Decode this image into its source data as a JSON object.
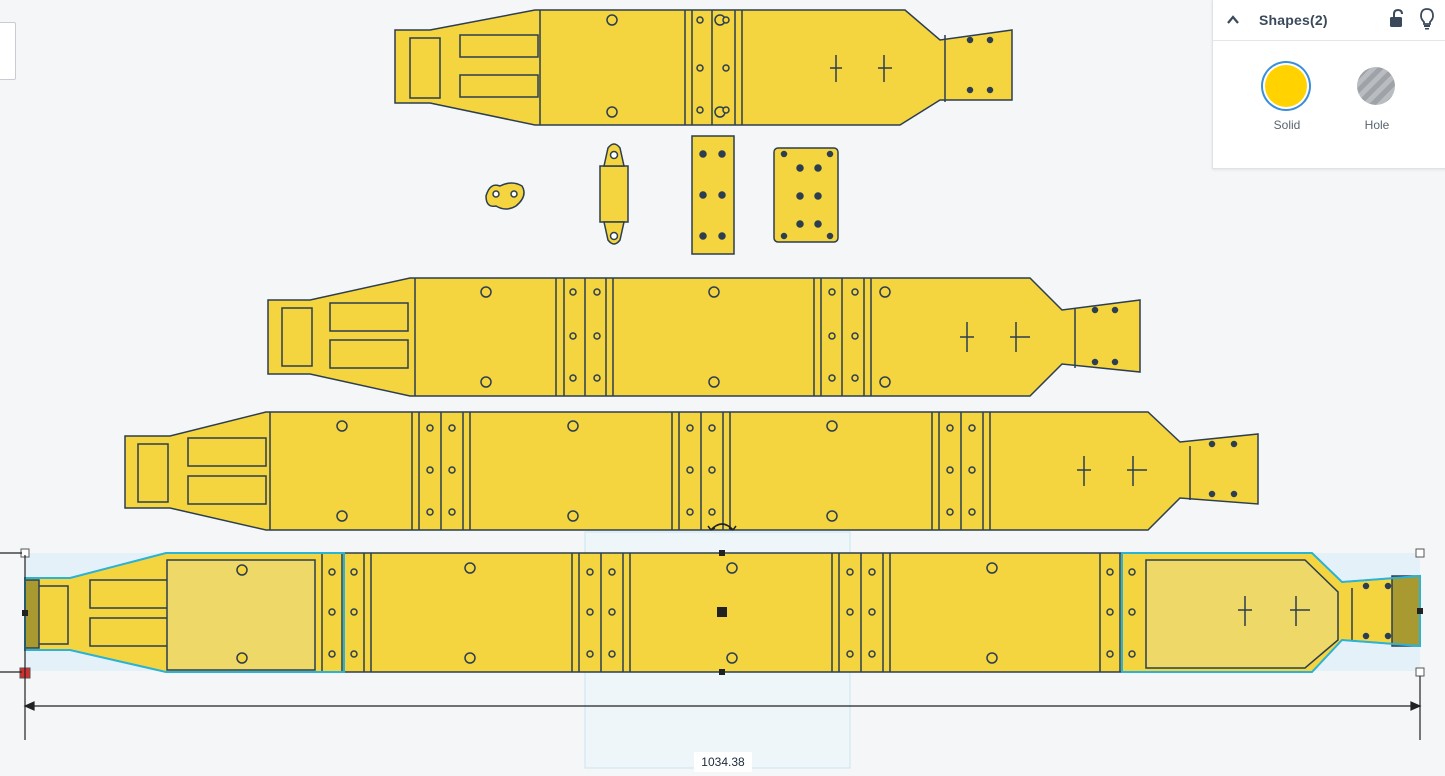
{
  "panel": {
    "title": "Shapes(2)",
    "solid_label": "Solid",
    "hole_label": "Hole",
    "solid_color": "#ffd200",
    "icons": [
      "chevron-up-icon",
      "lock-open-icon",
      "lightbulb-icon"
    ]
  },
  "dimension": {
    "length_value": "1034.38"
  },
  "colors": {
    "part_fill": "#f4d53f",
    "part_stroke": "#2c3e50",
    "selection_outline": "#2bb3d6",
    "selection_fill": "#dbeff8",
    "anchor_red": "#d32f2f"
  }
}
